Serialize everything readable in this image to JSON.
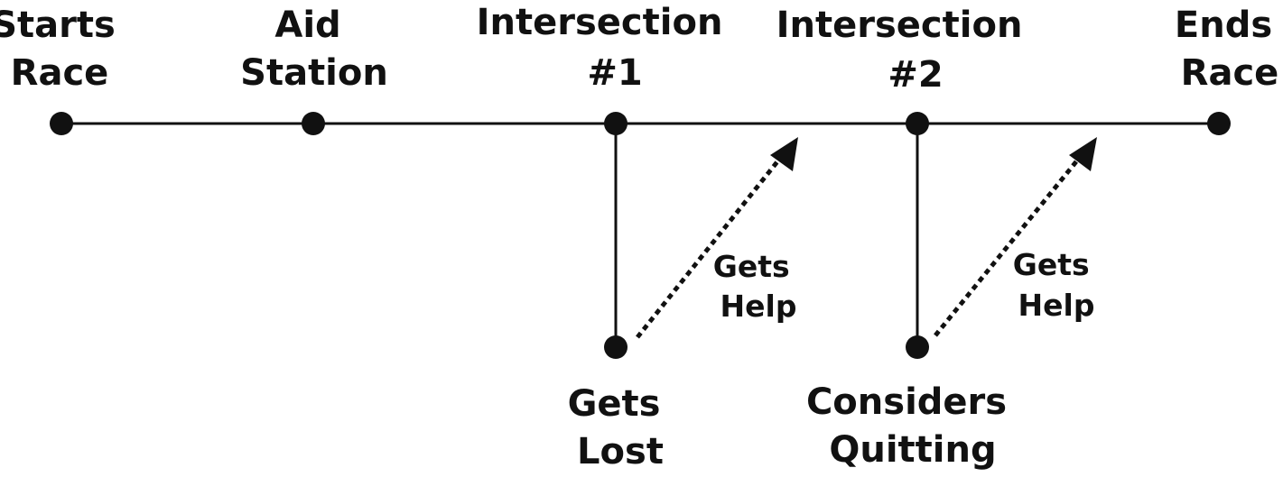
{
  "nodes": {
    "starts_race": [
      "Starts",
      "Race"
    ],
    "aid_station": [
      "Aid",
      "Station"
    ],
    "intersection_1": [
      "Intersection",
      "#1"
    ],
    "intersection_2": [
      "Intersection",
      "#2"
    ],
    "ends_race": [
      "Ends",
      "Race"
    ],
    "gets_lost": [
      "Gets",
      "Lost"
    ],
    "considers_quitting": [
      "Considers",
      "Quitting"
    ]
  },
  "edges": {
    "help_1": [
      "Gets",
      "Help"
    ],
    "help_2": [
      "Gets",
      "Help"
    ]
  },
  "colors": {
    "ink": "#111111",
    "background": "#ffffff"
  }
}
